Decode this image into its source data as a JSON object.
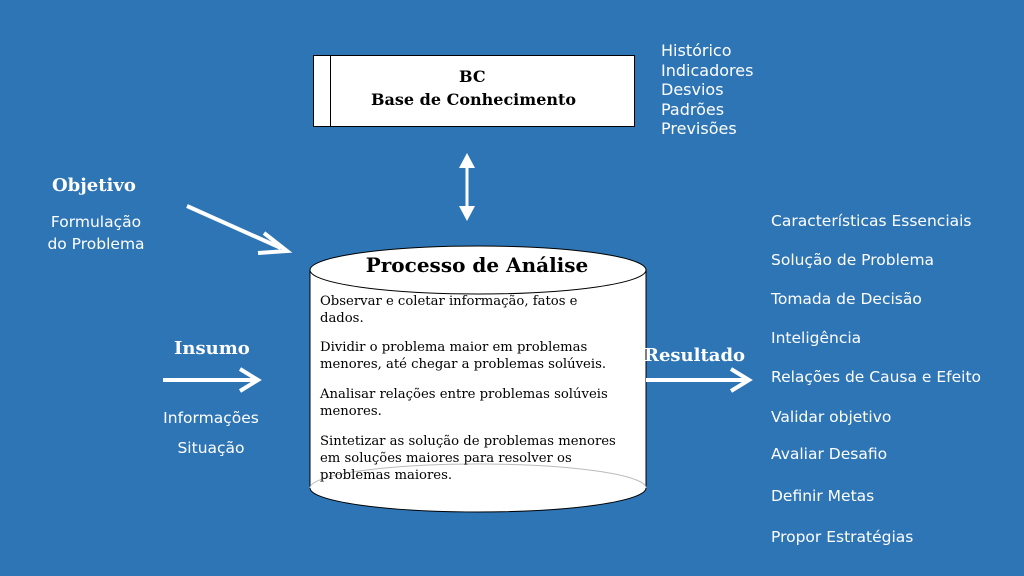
{
  "knowledge_base": {
    "abbr": "BC",
    "name": "Base de Conhecimento",
    "items": [
      "Histórico",
      "Indicadores",
      "Desvios",
      "Padrões",
      "Previsões"
    ]
  },
  "objective": {
    "title": "Objetivo",
    "text_line1": "Formulação",
    "text_line2": "do Problema"
  },
  "input": {
    "title": "Insumo",
    "items": [
      "Informações",
      "Situação"
    ]
  },
  "process": {
    "title": "Processo de Análise",
    "steps": [
      "Observar e coletar informação, fatos e dados.",
      "Dividir o problema maior em problemas menores, até chegar a problemas solúveis.",
      "Analisar relações entre problemas solúveis menores.",
      "Sintetizar as solução de problemas menores em soluções maiores para resolver os problemas maiores."
    ]
  },
  "result": {
    "title": "Resultado",
    "items": [
      "Características Essenciais",
      "Solução de Problema",
      "Tomada de Decisão",
      "Inteligência",
      "Relações de Causa e Efeito",
      "Validar objetivo",
      "Avaliar Desafio",
      "Definir Metas",
      "Propor Estratégias"
    ]
  },
  "colors": {
    "background": "#2e75b6",
    "text": "#ffffff",
    "shape_fill": "#ffffff",
    "outline": "#000000"
  }
}
